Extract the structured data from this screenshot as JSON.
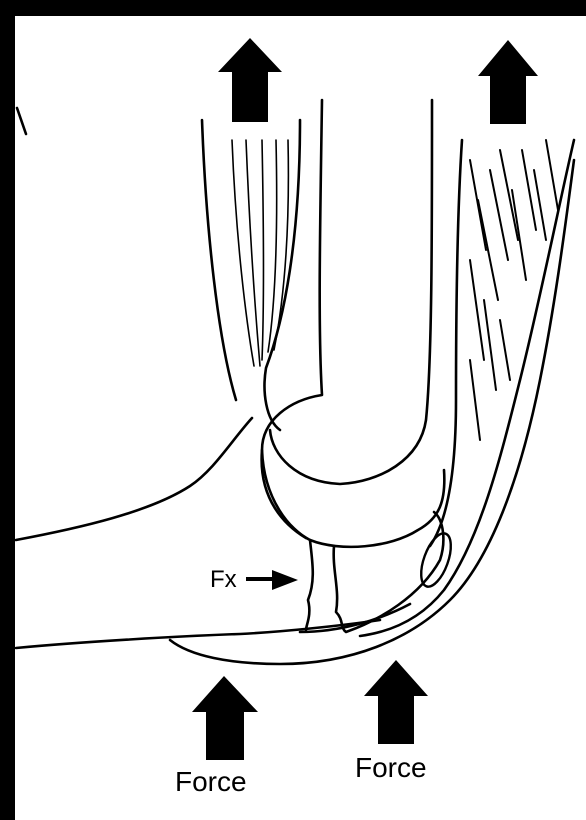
{
  "labels": {
    "fracture": "Fx",
    "force_left": "Force",
    "force_right": "Force"
  },
  "colors": {
    "ink": "#000000",
    "paper": "#ffffff",
    "border": "#000000"
  },
  "icons": {
    "force_arrow": "block-up-arrow",
    "pointer_arrow": "right-arrow"
  }
}
